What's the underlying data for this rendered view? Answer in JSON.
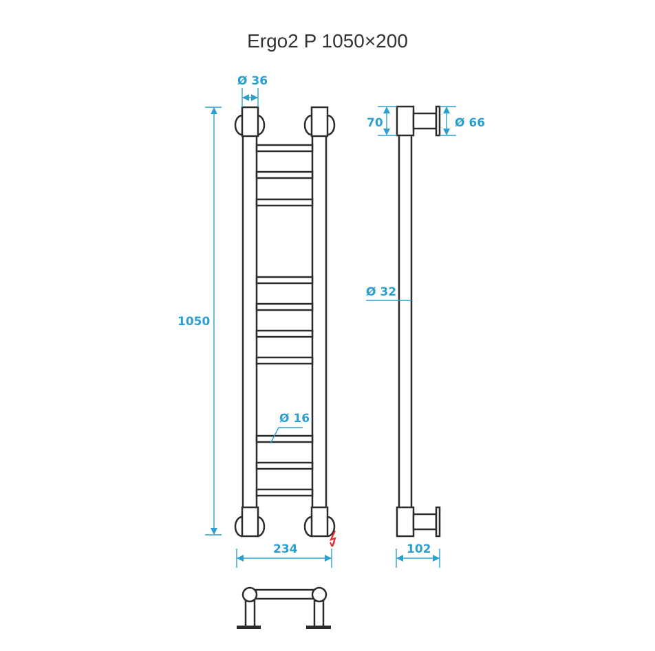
{
  "title": "Ergo2 P 1050×200",
  "colors": {
    "dimension": "#2a9fd0",
    "outline": "#2b2b2b",
    "electric_symbol": "#e03030",
    "background": "#ffffff"
  },
  "front_view": {
    "dimensions": {
      "height": "1050",
      "width": "234",
      "post_diameter": "Ø 36",
      "crossbar_diameter": "Ø 16"
    },
    "crossbar_count": 10,
    "electric_symbol": "lightning-icon"
  },
  "side_view": {
    "dimensions": {
      "bracket_height": "70",
      "flange_diameter": "Ø 66",
      "post_diameter": "Ø 32",
      "depth": "102"
    }
  },
  "top_view": {}
}
